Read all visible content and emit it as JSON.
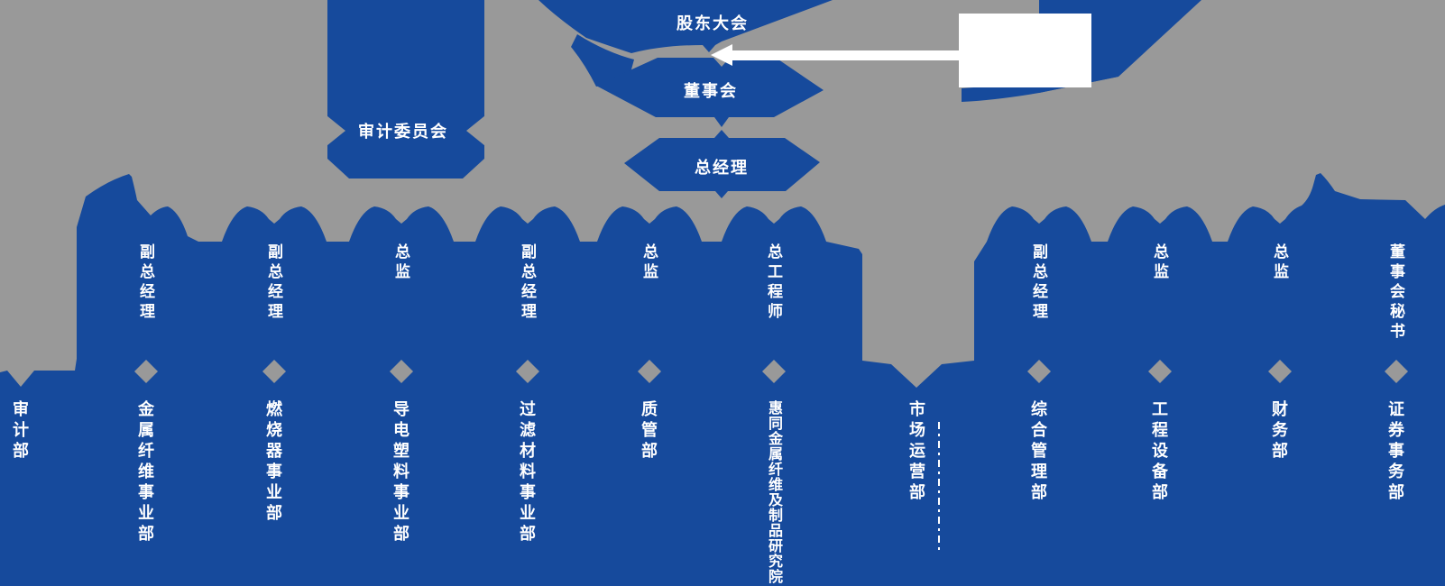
{
  "canvas": {
    "background_gray": "#999999",
    "chart_blue": "#164a9c",
    "text_white": "#ffffff",
    "connector_gray": "#999999",
    "dashed_line_white": "#ffffff"
  },
  "org_chart": {
    "title_nodes": {
      "shareholders": "股东大会",
      "board": "董事会",
      "general_manager": "总经理",
      "audit_committee": "审计委员会"
    },
    "positions": [
      {
        "label": "副总经理"
      },
      {
        "label": "副总经理"
      },
      {
        "label": "总监"
      },
      {
        "label": "副总经理"
      },
      {
        "label": "总监"
      },
      {
        "label": "总工程师"
      },
      {
        "label": "副总经理"
      },
      {
        "label": "总监"
      },
      {
        "label": "总监"
      },
      {
        "label": "董事会秘书"
      }
    ],
    "departments": [
      {
        "label": "审计部"
      },
      {
        "label": "金属纤维事业部"
      },
      {
        "label": "燃烧器事业部"
      },
      {
        "label": "导电塑料事业部"
      },
      {
        "label": "过滤材料事业部"
      },
      {
        "label": "质管部"
      },
      {
        "label": "惠同金属纤维及制品研究院"
      },
      {
        "label": "市场运营部"
      },
      {
        "label": "综合管理部"
      },
      {
        "label": "工程设备部"
      },
      {
        "label": "财务部"
      },
      {
        "label": "证券事务部"
      }
    ]
  }
}
